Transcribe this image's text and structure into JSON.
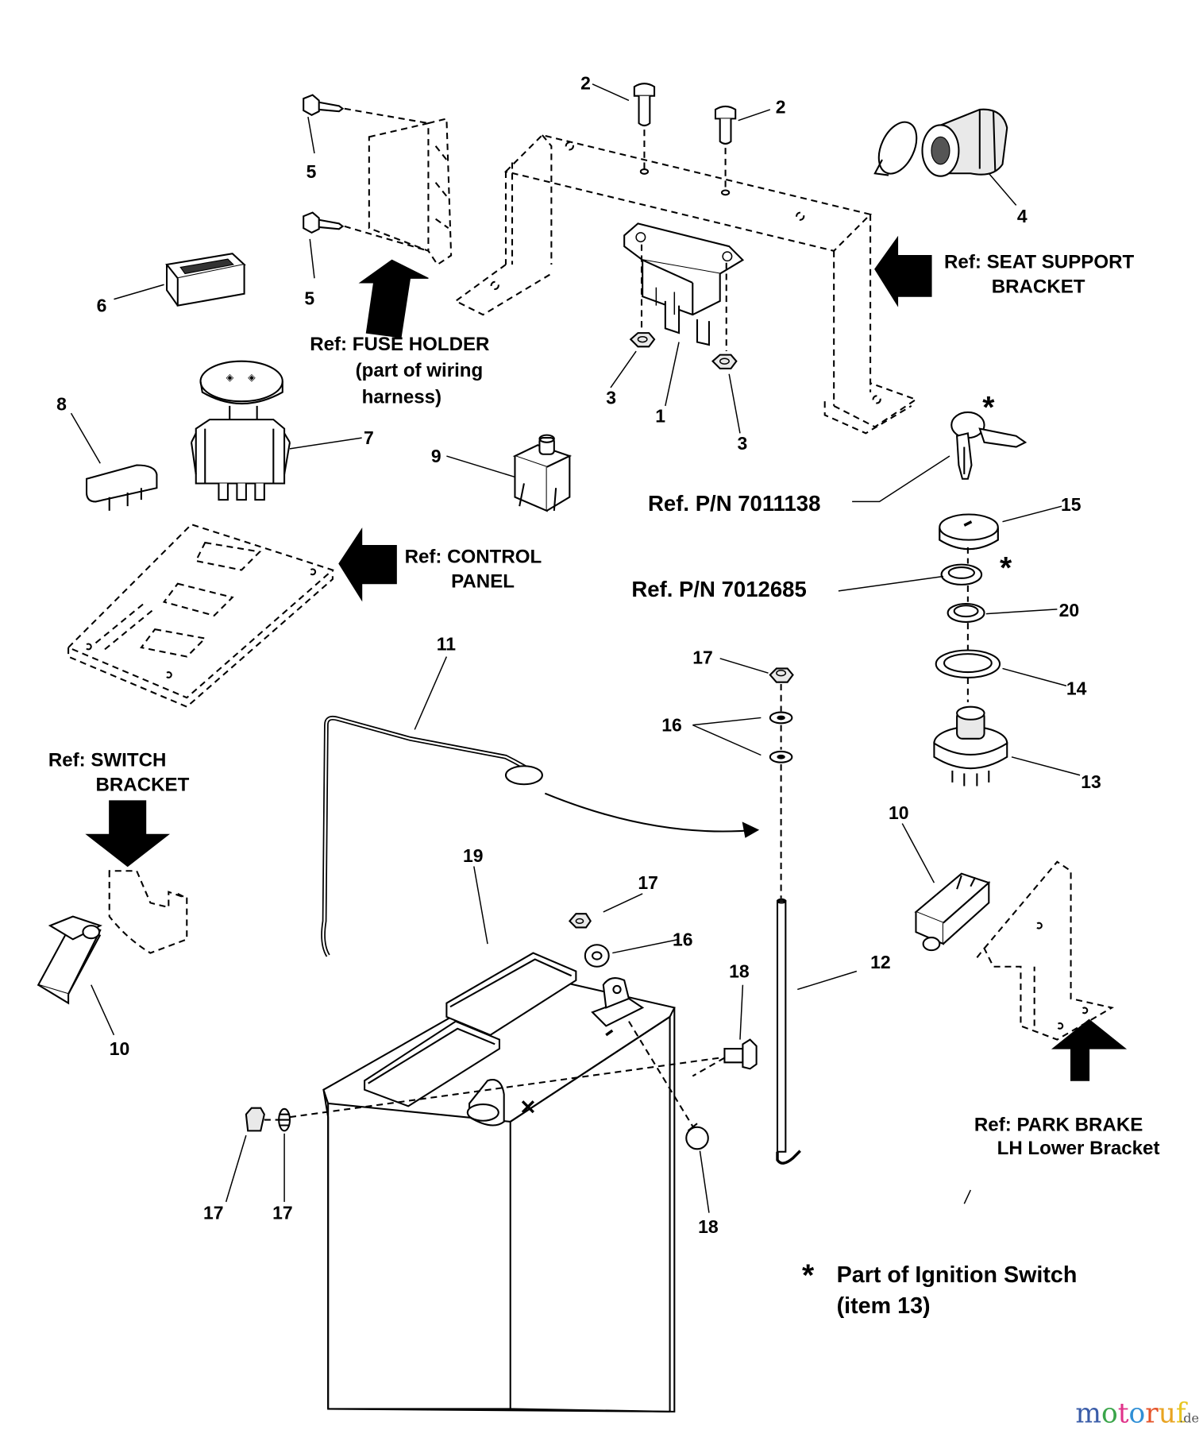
{
  "diagram": {
    "title": "Electrical parts exploded view",
    "callouts": [
      {
        "id": "c1",
        "text": "1"
      },
      {
        "id": "c2a",
        "text": "2"
      },
      {
        "id": "c2b",
        "text": "2"
      },
      {
        "id": "c3a",
        "text": "3"
      },
      {
        "id": "c3b",
        "text": "3"
      },
      {
        "id": "c4",
        "text": "4"
      },
      {
        "id": "c5a",
        "text": "5"
      },
      {
        "id": "c5b",
        "text": "5"
      },
      {
        "id": "c6",
        "text": "6"
      },
      {
        "id": "c7",
        "text": "7"
      },
      {
        "id": "c8",
        "text": "8"
      },
      {
        "id": "c9",
        "text": "9"
      },
      {
        "id": "c10a",
        "text": "10"
      },
      {
        "id": "c10b",
        "text": "10"
      },
      {
        "id": "c11",
        "text": "11"
      },
      {
        "id": "c12",
        "text": "12"
      },
      {
        "id": "c13",
        "text": "13"
      },
      {
        "id": "c14",
        "text": "14"
      },
      {
        "id": "c15",
        "text": "15"
      },
      {
        "id": "c16a",
        "text": "16"
      },
      {
        "id": "c16b",
        "text": "16"
      },
      {
        "id": "c16c",
        "text": "16"
      },
      {
        "id": "c17a",
        "text": "17"
      },
      {
        "id": "c17b",
        "text": "17"
      },
      {
        "id": "c17c",
        "text": "17"
      },
      {
        "id": "c18a",
        "text": "18"
      },
      {
        "id": "c18b",
        "text": "18"
      },
      {
        "id": "c19",
        "text": "19"
      },
      {
        "id": "c20",
        "text": "20"
      }
    ],
    "references": {
      "seat_support": [
        "Ref: SEAT SUPPORT",
        "BRACKET"
      ],
      "fuse_holder": [
        "Ref: FUSE HOLDER",
        "(part of wiring",
        "harness)"
      ],
      "control_panel": [
        "Ref: CONTROL",
        "PANEL"
      ],
      "switch_bracket": [
        "Ref: SWITCH",
        "BRACKET"
      ],
      "park_brake": [
        "Ref: PARK BRAKE",
        "LH Lower Bracket"
      ],
      "pn_key": "Ref. P/N 7011138",
      "pn_nut": "Ref. P/N 7012685"
    },
    "asterisk": "*",
    "footnote": [
      "Part of Ignition Switch",
      "(item 13)"
    ],
    "watermark": {
      "letters": [
        {
          "ch": "m",
          "color": "#3a5ca8"
        },
        {
          "ch": "o",
          "color": "#3aa54a"
        },
        {
          "ch": "t",
          "color": "#e0338a"
        },
        {
          "ch": "o",
          "color": "#2f8fd6"
        },
        {
          "ch": "r",
          "color": "#e5542a"
        },
        {
          "ch": "u",
          "color": "#e8a321"
        },
        {
          "ch": "f",
          "color": "#e8c51f"
        }
      ],
      "suffix": ".de"
    }
  }
}
